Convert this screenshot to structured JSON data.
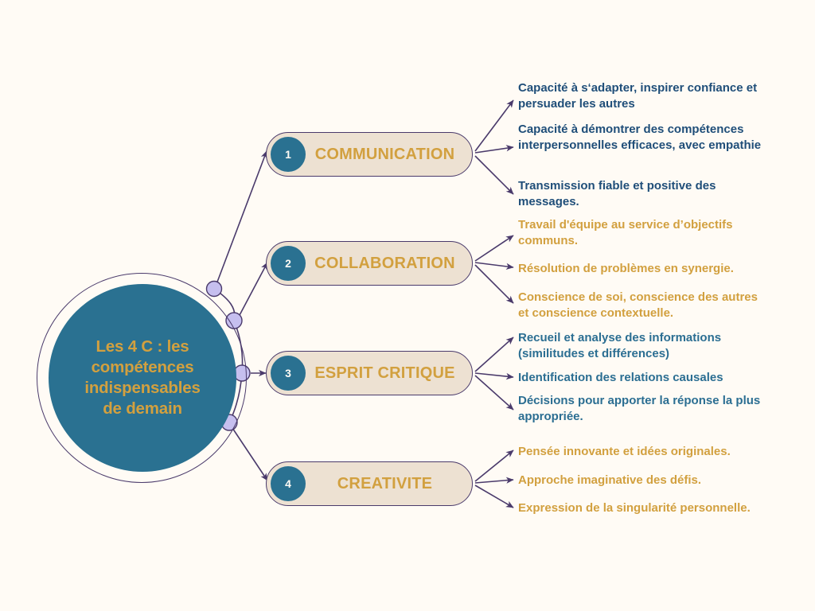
{
  "background_color": "#FFFBF5",
  "palette": {
    "teal": "#2A7191",
    "gold": "#D2A03F",
    "navy": "#1F4E79",
    "blue": "#2B6E92",
    "purple_line": "#4A3A6B",
    "pill_fill": "#EDE1D2",
    "dot_fill": "#C6BFEF"
  },
  "hub": {
    "title": "Les 4 C : les\ncompétences\nindispensables\nde demain"
  },
  "branches": [
    {
      "number": "1",
      "label": "COMMUNICATION",
      "text_color": "#1F4E79",
      "items": [
        "Capacité à s‘adapter, inspirer confiance et persuader les autres",
        "Capacité à démontrer des compétences interpersonnelles efficaces, avec empathie",
        "Transmission fiable et positive des messages."
      ]
    },
    {
      "number": "2",
      "label": "COLLABORATION",
      "text_color": "#D2A03F",
      "items": [
        "Travail d'équipe au service d’objectifs communs.",
        "Résolution de problèmes en synergie.",
        "Conscience de soi, conscience des autres et conscience contextuelle."
      ]
    },
    {
      "number": "3",
      "label": "ESPRIT CRITIQUE",
      "text_color": "#2B6E92",
      "items": [
        "Recueil et analyse des informations (similitudes et différences)",
        "Identification des relations causales",
        "Décisions pour apporter la réponse la plus appropriée."
      ]
    },
    {
      "number": "4",
      "label": "CREATIVITE",
      "text_color": "#D2A03F",
      "items": [
        "Pensée innovante et idées originales.",
        "Approche imaginative des défis.",
        "Expression de la singularité personnelle."
      ]
    }
  ]
}
